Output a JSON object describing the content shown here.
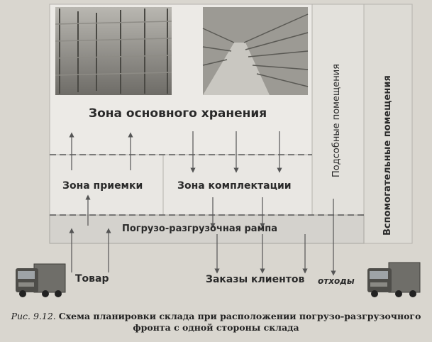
{
  "zones": {
    "storage": "Зона основного хранения",
    "receiving": "Зона приемки",
    "picking": "Зона комплектации",
    "ramp": "Погрузо-разгрузочная рампа",
    "auxiliary_rooms": "Подсобные помещения",
    "support_rooms": "Вспомогательные помещения"
  },
  "flows": {
    "goods": "Товар",
    "orders": "Заказы клиентов",
    "waste": "отходы"
  },
  "caption": {
    "ref": "Рис. 9.12.",
    "text": "Схема планировки склада при расположении погрузо-разгрузочного фронта с одной стороны склада"
  },
  "colors": {
    "background": "#d9d6cf",
    "zone_fill": "#eceae6",
    "ramp_fill": "#d4d2cd",
    "side_fill": "#e3e1dc",
    "dashed_line": "#555555",
    "arrow": "#555555"
  }
}
